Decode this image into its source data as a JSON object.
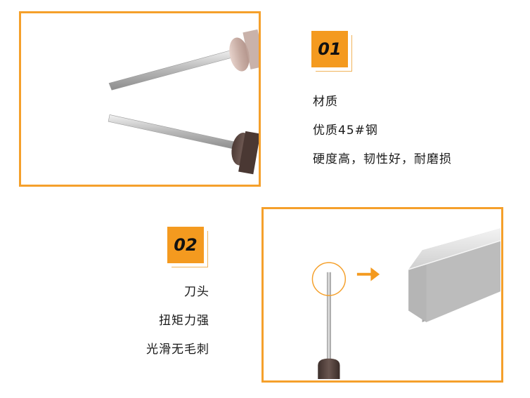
{
  "section1": {
    "number": "01",
    "lines": [
      "材质",
      "优质45#钢",
      "硬度高，韧性好，耐磨损"
    ]
  },
  "section2": {
    "number": "02",
    "lines": [
      "刀头",
      "扭矩力强",
      "光滑无毛刺"
    ]
  },
  "colors": {
    "accent": "#f49a1f",
    "frame": "#f5a02b"
  },
  "icons": [
    "arrow-right-icon",
    "zoom-circle-icon"
  ]
}
